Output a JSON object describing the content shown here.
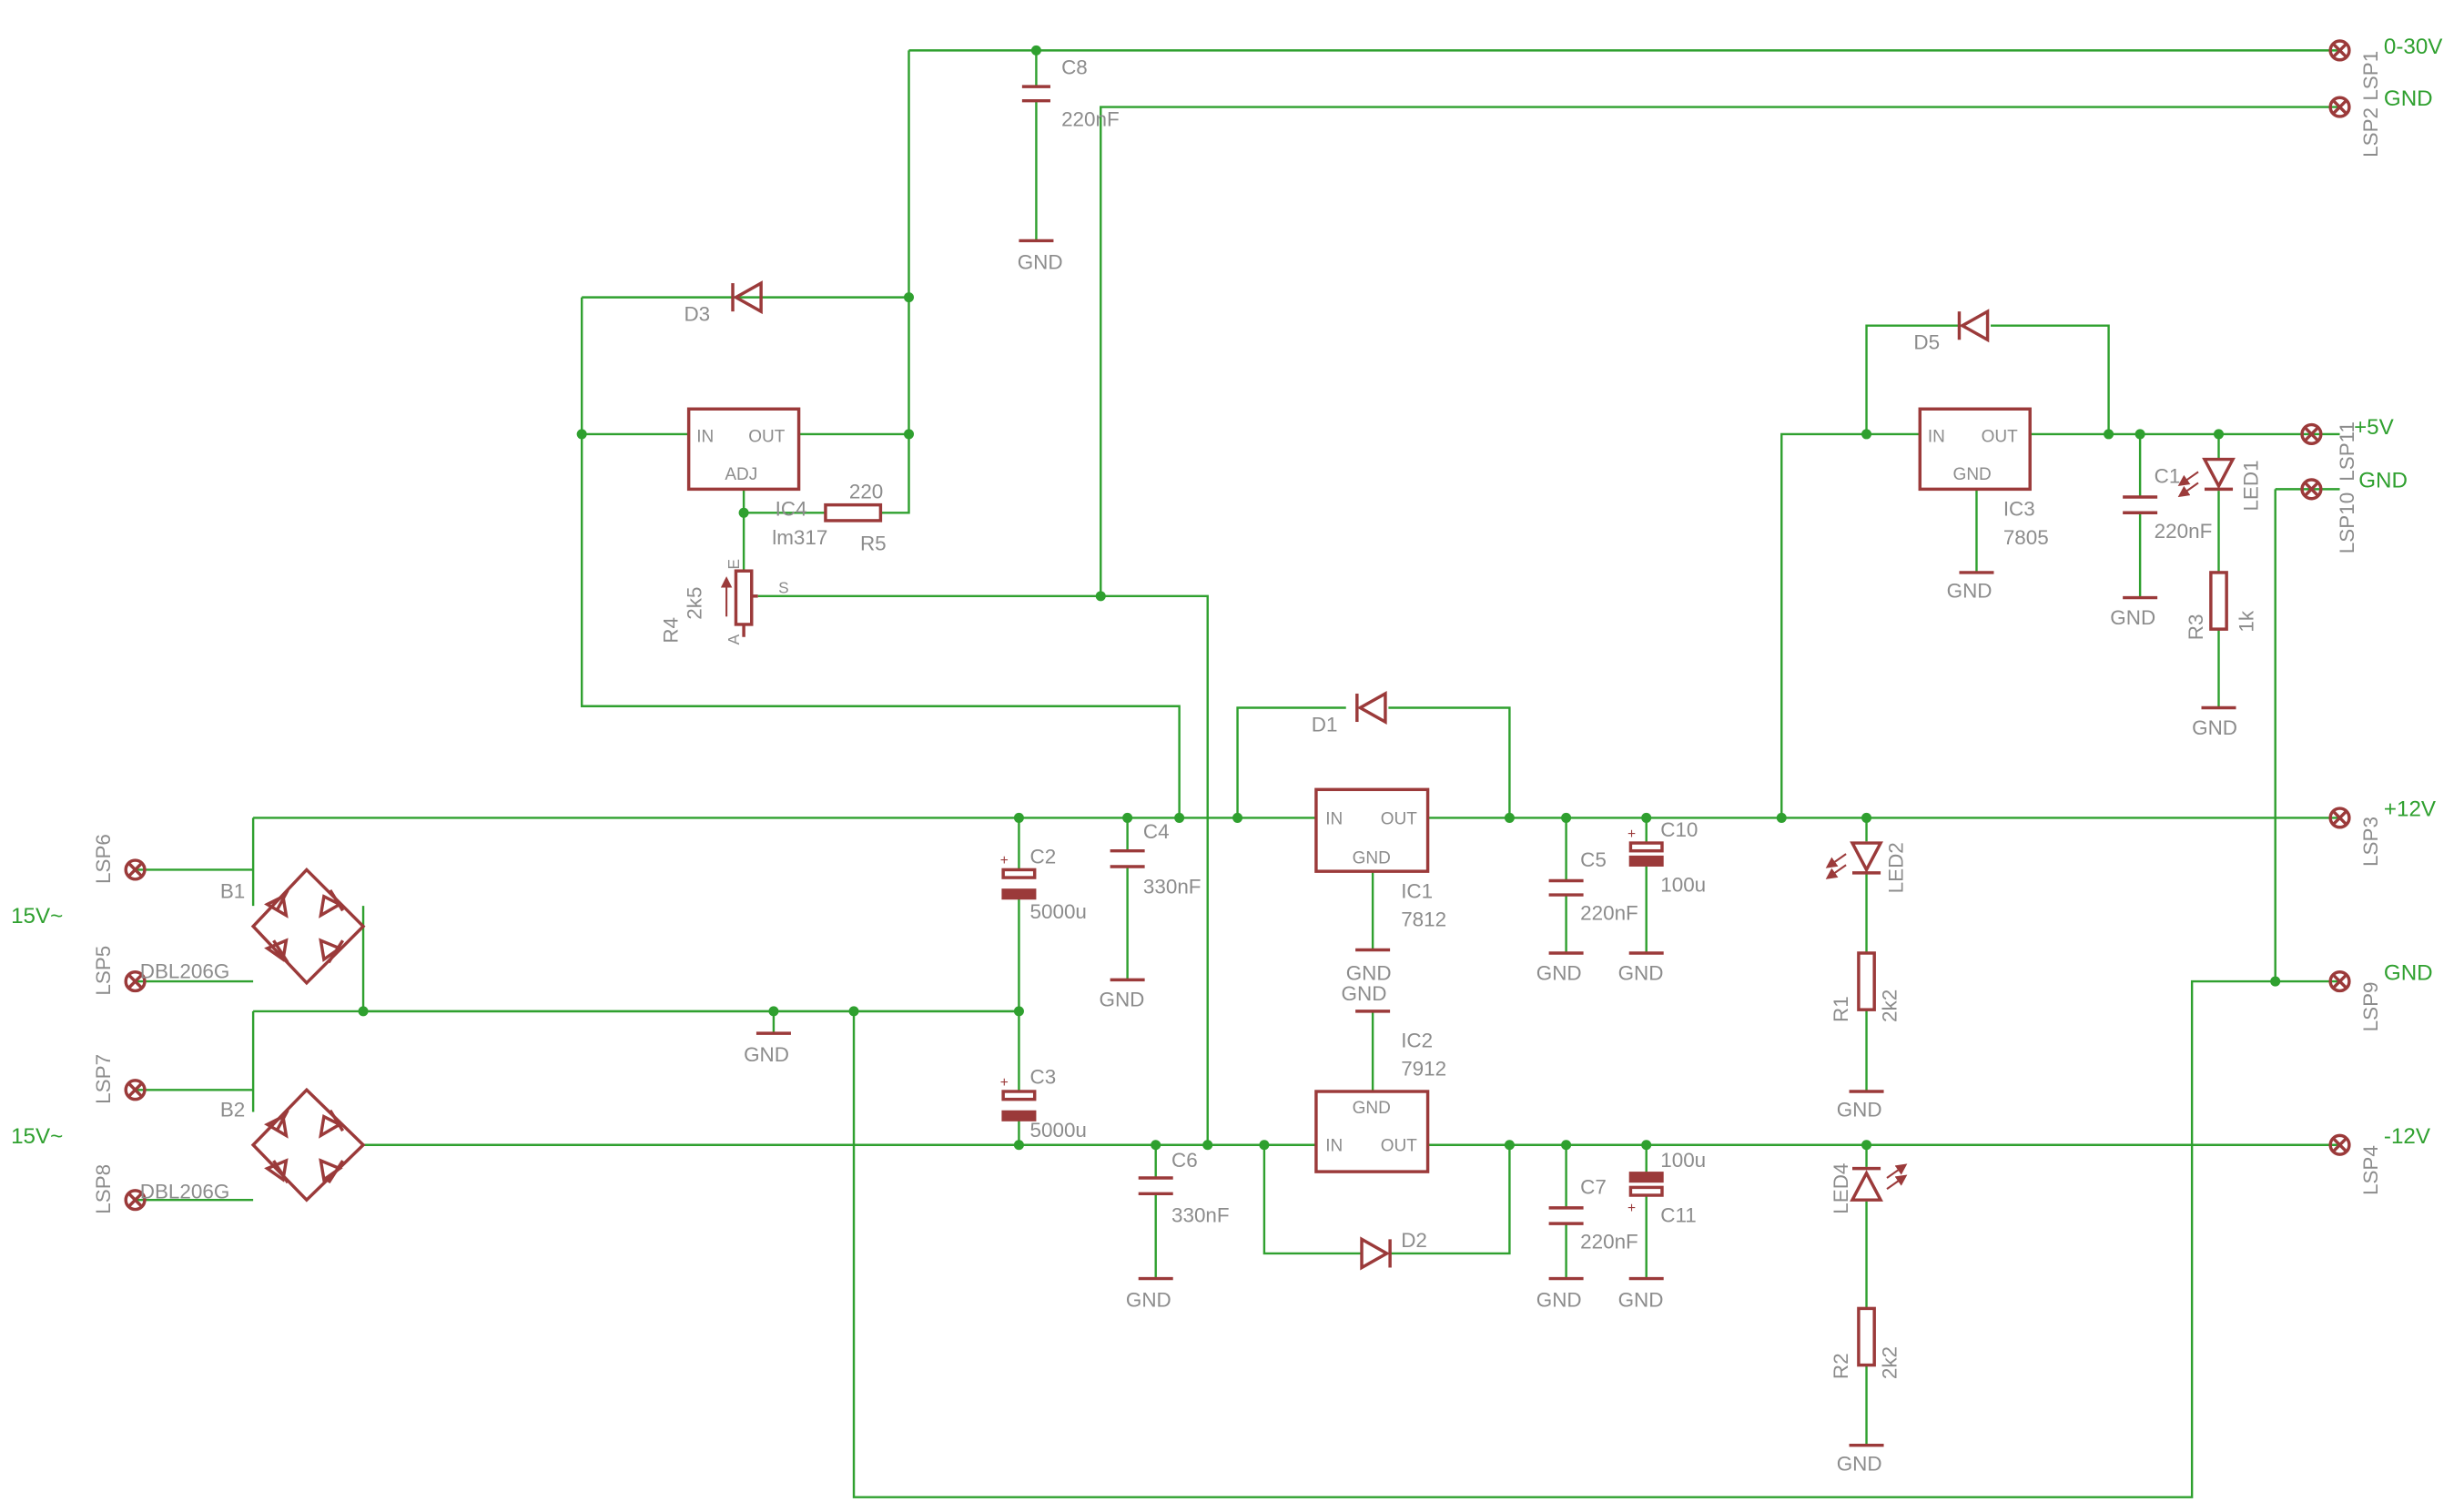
{
  "colors": {
    "wire": "#2fa02f",
    "part": "#9b3a3a",
    "label": "#8c8c8c",
    "net_label": "#2fa02f"
  },
  "ports": {
    "lsp1": {
      "name": "LSP1",
      "net": "0-30V"
    },
    "lsp2": {
      "name": "LSP2",
      "net": "GND"
    },
    "lsp11": {
      "name": "LSP11",
      "net": "+5V"
    },
    "lsp10": {
      "name": "LSP10",
      "net": "GND"
    },
    "lsp3": {
      "name": "LSP3",
      "net": "+12V"
    },
    "lsp9": {
      "name": "LSP9",
      "net": "GND"
    },
    "lsp4": {
      "name": "LSP4",
      "net": "-12V"
    },
    "lsp6": {
      "name": "LSP6"
    },
    "lsp5": {
      "name": "LSP5"
    },
    "lsp7": {
      "name": "LSP7"
    },
    "lsp8": {
      "name": "LSP8"
    }
  },
  "inputs": {
    "top_label": "15V~",
    "bottom_label": "15V~"
  },
  "parts": {
    "b1": {
      "name": "B1",
      "value": "DBL206G"
    },
    "b2": {
      "name": "B2",
      "value": "DBL206G"
    },
    "c2": {
      "name": "C2",
      "value": "5000u"
    },
    "c3": {
      "name": "C3",
      "value": "5000u"
    },
    "c4": {
      "name": "C4",
      "value": "330nF"
    },
    "c6": {
      "name": "C6",
      "value": "330nF"
    },
    "c5": {
      "name": "C5",
      "value": "220nF"
    },
    "c7": {
      "name": "C7",
      "value": "220nF"
    },
    "c8": {
      "name": "C8",
      "value": "220nF"
    },
    "c1": {
      "name": "C1",
      "value": "220nF"
    },
    "c10": {
      "name": "C10",
      "value": "100u"
    },
    "c11": {
      "name": "C11",
      "value": "100u"
    },
    "ic1": {
      "name": "IC1",
      "value": "7812",
      "pin_in": "IN",
      "pin_out": "OUT",
      "pin_gnd": "GND"
    },
    "ic2": {
      "name": "IC2",
      "value": "7912",
      "pin_in": "IN",
      "pin_out": "OUT",
      "pin_gnd": "GND"
    },
    "ic3": {
      "name": "IC3",
      "value": "7805",
      "pin_in": "IN",
      "pin_out": "OUT",
      "pin_gnd": "GND"
    },
    "ic4": {
      "name": "IC4",
      "value": "lm317",
      "pin_in": "IN",
      "pin_out": "OUT",
      "pin_adj": "ADJ"
    },
    "r1": {
      "name": "R1",
      "value": "2k2"
    },
    "r2": {
      "name": "R2",
      "value": "2k2"
    },
    "r3": {
      "name": "R3",
      "value": "1k"
    },
    "r4": {
      "name": "R4",
      "value": "2k5",
      "pin_e": "E",
      "pin_a": "A",
      "pin_s": "S"
    },
    "r5": {
      "name": "R5",
      "value": "220"
    },
    "d1": {
      "name": "D1"
    },
    "d2": {
      "name": "D2"
    },
    "d3": {
      "name": "D3"
    },
    "d5": {
      "name": "D5"
    },
    "led1": {
      "name": "LED1"
    },
    "led2": {
      "name": "LED2"
    },
    "led4": {
      "name": "LED4"
    }
  },
  "gnd_symbol_label": "GND"
}
